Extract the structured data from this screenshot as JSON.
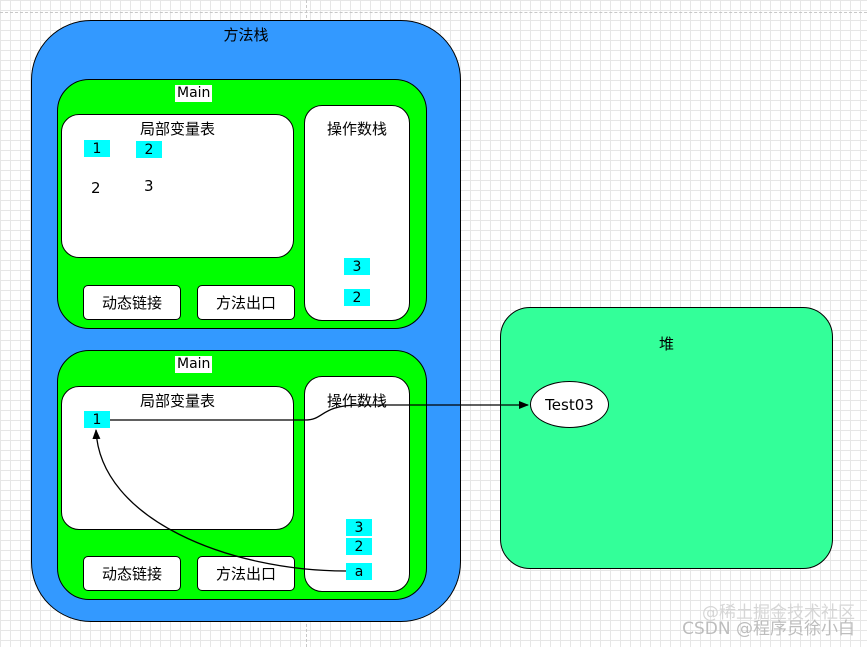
{
  "method_stack": {
    "title": "方法栈",
    "frames": [
      {
        "title": "Main",
        "locals": {
          "title": "局部变量表",
          "slots": [
            "1",
            "2"
          ],
          "values": [
            "2",
            "3"
          ]
        },
        "operand_stack": {
          "title": "操作数栈",
          "items": [
            "3",
            "2"
          ]
        },
        "dynamic_link": "动态链接",
        "method_exit": "方法出口"
      },
      {
        "title": "Main",
        "locals": {
          "title": "局部变量表",
          "slots": [
            "1"
          ]
        },
        "operand_stack": {
          "title": "操作数栈",
          "items": [
            "3",
            "2",
            "a"
          ]
        },
        "dynamic_link": "动态链接",
        "method_exit": "方法出口"
      }
    ]
  },
  "heap": {
    "title": "堆",
    "object": "Test03"
  },
  "watermark": {
    "line1": "@稀土掘金技术社区",
    "line2": "CSDN @程序员徐小白"
  },
  "colors": {
    "stack": "#3399ff",
    "frame": "#00ff00",
    "cell": "#00ffff",
    "heap": "#33ff99"
  }
}
